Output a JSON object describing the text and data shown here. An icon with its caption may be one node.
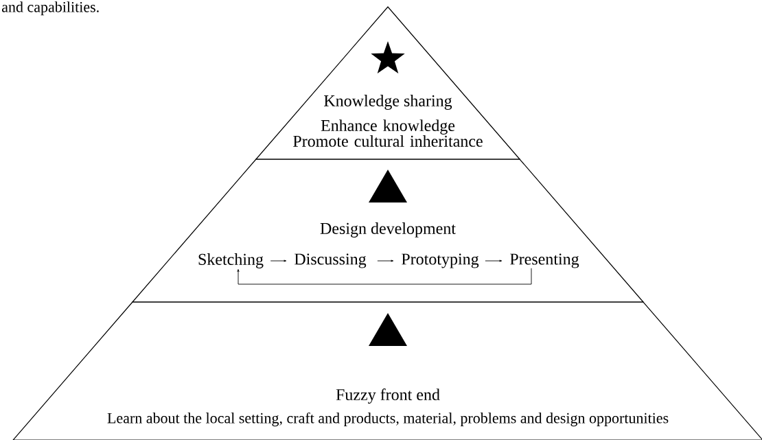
{
  "diagram": {
    "nodes": [
      {
        "text": [
          "Knowledge sharing",
          "Enhance knowledge Promote cultural inheritance"
        ]
      },
      {
        "text": [
          "Design development"
        ]
      },
      {
        "text": [
          "Sketching"
        ],
        "in": 1
      },
      {
        "text": [
          "Discussing"
        ],
        "in": 1
      },
      {
        "text": [
          "Prototyping"
        ],
        "in": 1
      },
      {
        "text": [
          "Presenting"
        ],
        "in": 1
      },
      {
        "text": [
          "Fuzzy front end",
          "Learn about the local setting, craft and products, material, problems and design opportunities"
        ]
      }
    ],
    "edges": [
      {
        "from": 2,
        "to": 3,
        "arrow": "to"
      },
      {
        "from": 3,
        "to": 4,
        "arrow": "to"
      },
      {
        "from": 4,
        "to": 5,
        "arrow": "to"
      },
      {
        "from": 5,
        "to": 2,
        "arrow": "to"
      }
    ],
    "labels": [
      "and capabilities."
    ]
  }
}
